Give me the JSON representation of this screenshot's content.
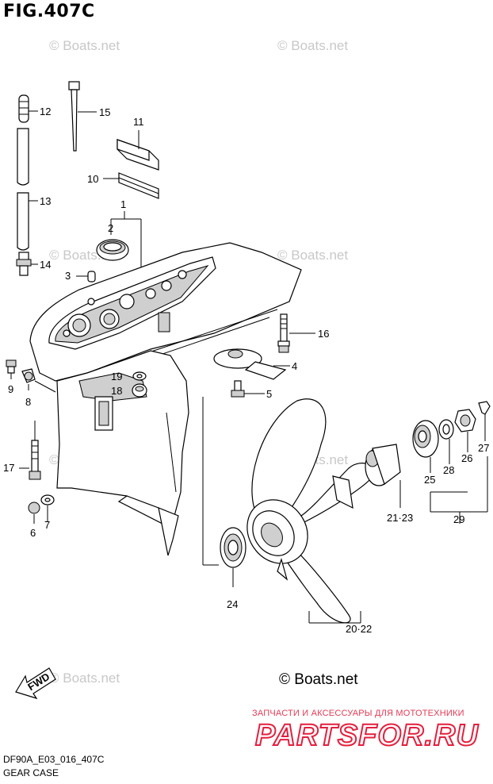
{
  "figure": {
    "title": "FIG.407C",
    "footer_code": "DF90A_E03_016_407C",
    "footer_name": "GEAR CASE"
  },
  "watermarks": {
    "small_text": "Boats.net",
    "copyright_symbol": "©",
    "big_text": "© Boats.net"
  },
  "promo": {
    "subtitle": "ЗАПЧАСТИ И АКСЕССУАРЫ ДЛЯ МОТОТЕХНИКИ",
    "brand": "PARTSFOR.RU"
  },
  "fwd_arrow": {
    "label": "FWD"
  },
  "callouts": {
    "c1": "1",
    "c2": "2",
    "c3": "3",
    "c4": "4",
    "c5": "5",
    "c6": "6",
    "c7": "7",
    "c8": "8",
    "c9": "9",
    "c10": "10",
    "c11": "11",
    "c12": "12",
    "c13": "13",
    "c14": "14",
    "c15": "15",
    "c16": "16",
    "c17": "17",
    "c18": "18",
    "c19": "19",
    "c20_22": "20·22",
    "c21_23": "21·23",
    "c24": "24",
    "c25": "25",
    "c26": "26",
    "c27": "27",
    "c28": "28",
    "c29": "29"
  }
}
